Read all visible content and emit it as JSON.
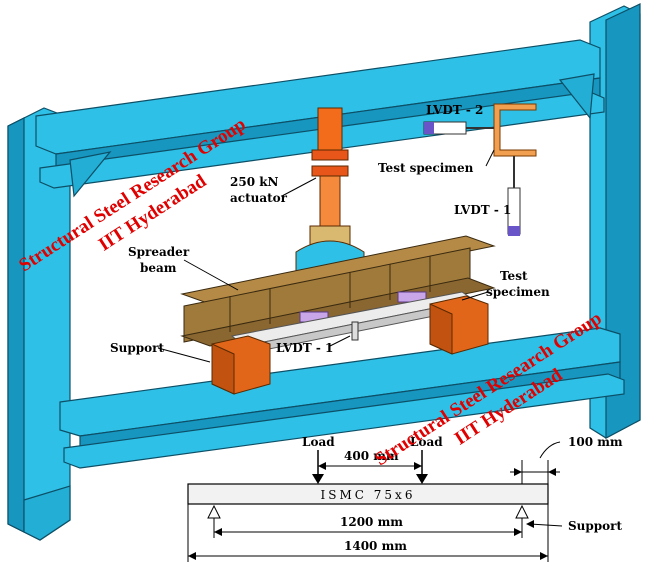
{
  "labels": {
    "lvdt2": "LVDT - 2",
    "test_specimen_top": "Test specimen",
    "lvdt1_top": "LVDT - 1",
    "actuator": [
      "250 kN",
      "actuator"
    ],
    "spreader": [
      "Spreader",
      "beam"
    ],
    "test_specimen_mid": [
      "Test",
      "specimen"
    ],
    "support_3d": "Support",
    "lvdt1_mid": "LVDT - 1"
  },
  "watermark": {
    "line1": "Structural Steel Research Group",
    "line2": "IIT Hyderabad"
  },
  "schematic": {
    "load_left": "Load",
    "load_right": "Load",
    "dim_load_spacing": "400 mm",
    "dim_overhang": "100 mm",
    "section": "ISMC 75x6",
    "dim_span": "1200 mm",
    "dim_total": "1400 mm",
    "support": "Support"
  },
  "colors": {
    "frame": "#2ec0e6",
    "frame_dark": "#1796c0",
    "actuator": "#f26c1c",
    "actuator_base": "#d9b870",
    "spreader": "#a07a3a",
    "support": "#e2661a",
    "lvdt_purple": "#6a55c8",
    "watermark": "#e00000"
  }
}
